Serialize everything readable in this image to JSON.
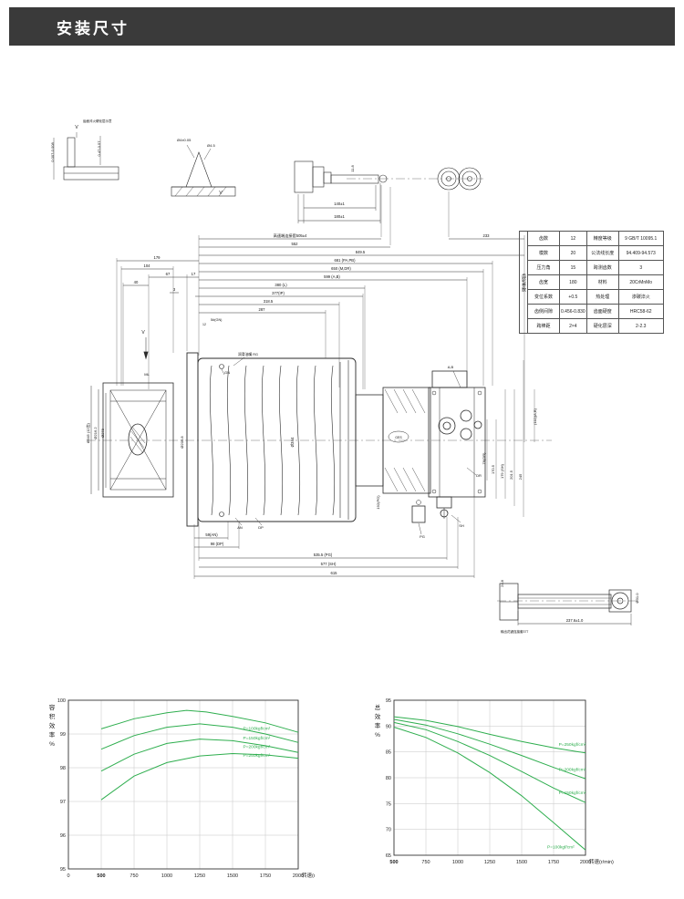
{
  "header": {
    "title": "安装尺寸"
  },
  "drawing": {
    "dims": [
      "0.007-0.008",
      "0.47-0.57",
      "V",
      "齿面淬火硬化层示意",
      "Ø4±0.05",
      "Ø4.5",
      "V",
      "11.8",
      "140±1",
      "180±1",
      "高速端连接套505±4",
      "552",
      "849.5",
      "233",
      "681 (PA,PB)",
      "650 (M,DR)",
      "599 (A,B)",
      "380 (L)",
      "377(IP)",
      "318.5",
      "287",
      "179",
      "104",
      "67",
      "17",
      "40",
      "3",
      "5#(GN)",
      "GN",
      "润滑油嘴 RG",
      "Ø345 (12齿)",
      "Ø216.2",
      "Ø278",
      "Ø200.8",
      "Ø344",
      "V",
      "ML",
      "59(AN)",
      "98 (DP)",
      "535.5 (PG)",
      "577 (SH)",
      "615",
      "AN",
      "DP",
      "PG",
      "SH",
      "DR",
      "A,B",
      "GES",
      "76(DR)",
      "170.5",
      "179 (SH)",
      "201.5",
      "245",
      "192(PG)",
      "(111)(A,B)",
      "24.8",
      "Ø31.0",
      "237.6±1.0",
      "输出花键连接套377",
      "12"
    ],
    "table": {
      "side_label": "齿轮参数",
      "rows": [
        [
          "齿数",
          "12",
          "精度等级",
          "9 GB/T 10095.1"
        ],
        [
          "模数",
          "20",
          "公法线长度",
          "94.409-94.573"
        ],
        [
          "压力角",
          "15",
          "跨测齿数",
          "3"
        ],
        [
          "齿宽",
          "180",
          "材料",
          "20CrMnMo"
        ],
        [
          "变位系数",
          "+0.5",
          "热处理",
          "渗碳淬火"
        ],
        [
          "齿侧间隙",
          "0.456-0.830",
          "齿面硬度",
          "HRC58-62"
        ],
        [
          "跨棒距",
          "2×4",
          "硬化层深",
          "2-2.3"
        ]
      ]
    }
  },
  "chart_data": [
    {
      "type": "line",
      "title": "",
      "ylabel": "容积效率%",
      "xlabel": "转速(r/min)",
      "color": "#2eae4e",
      "grid": true,
      "x_ticks": [
        0,
        500,
        750,
        1000,
        1250,
        1500,
        1750,
        2000
      ],
      "y_ticks": [
        95,
        96,
        97,
        98,
        99,
        100
      ],
      "ylim": [
        95,
        100
      ],
      "series": [
        {
          "name": "P=100kgf/cm²",
          "label_at": [
            1580,
            99.12
          ],
          "points": [
            [
              500,
              99.15
            ],
            [
              750,
              99.45
            ],
            [
              1000,
              99.63
            ],
            [
              1150,
              99.7
            ],
            [
              1300,
              99.65
            ],
            [
              1500,
              99.52
            ],
            [
              1750,
              99.33
            ],
            [
              2000,
              99.05
            ]
          ]
        },
        {
          "name": "P=150kgf/cm²",
          "label_at": [
            1580,
            98.84
          ],
          "points": [
            [
              500,
              98.55
            ],
            [
              750,
              98.95
            ],
            [
              1000,
              99.2
            ],
            [
              1250,
              99.3
            ],
            [
              1500,
              99.2
            ],
            [
              1750,
              99.0
            ],
            [
              2000,
              98.75
            ]
          ]
        },
        {
          "name": "P=200kgf/cm²",
          "label_at": [
            1580,
            98.58
          ],
          "points": [
            [
              500,
              97.9
            ],
            [
              750,
              98.4
            ],
            [
              1000,
              98.72
            ],
            [
              1250,
              98.85
            ],
            [
              1500,
              98.8
            ],
            [
              1750,
              98.65
            ],
            [
              2000,
              98.45
            ]
          ]
        },
        {
          "name": "P=250kgf/cm²",
          "label_at": [
            1580,
            98.33
          ],
          "points": [
            [
              500,
              97.05
            ],
            [
              750,
              97.75
            ],
            [
              1000,
              98.15
            ],
            [
              1250,
              98.35
            ],
            [
              1500,
              98.42
            ],
            [
              1750,
              98.38
            ],
            [
              2000,
              98.28
            ]
          ]
        }
      ]
    },
    {
      "type": "line",
      "title": "",
      "ylabel": "总效率%",
      "xlabel": "转速(r/min)",
      "color": "#2eae4e",
      "grid": true,
      "x_ticks": [
        500,
        750,
        1000,
        1250,
        1500,
        1750,
        2000
      ],
      "y_ticks": [
        65,
        70,
        75,
        80,
        85,
        90,
        95
      ],
      "ylim": [
        65,
        95
      ],
      "series": [
        {
          "name": "P=250kgf/cm²",
          "label_at": [
            1790,
            86.2
          ],
          "points": [
            [
              500,
              91.8
            ],
            [
              750,
              91.1
            ],
            [
              1000,
              89.9
            ],
            [
              1250,
              88.4
            ],
            [
              1500,
              87.0
            ],
            [
              1750,
              85.8
            ],
            [
              2000,
              84.8
            ]
          ]
        },
        {
          "name": "P=200kgf/cm²",
          "label_at": [
            1790,
            81.3
          ],
          "points": [
            [
              500,
              91.3
            ],
            [
              750,
              90.2
            ],
            [
              1000,
              88.5
            ],
            [
              1250,
              86.5
            ],
            [
              1500,
              84.3
            ],
            [
              1750,
              82.0
            ],
            [
              2000,
              79.8
            ]
          ]
        },
        {
          "name": "P=150kgf/cm²",
          "label_at": [
            1790,
            76.8
          ],
          "points": [
            [
              500,
              90.7
            ],
            [
              750,
              89.3
            ],
            [
              1000,
              87.0
            ],
            [
              1250,
              84.3
            ],
            [
              1500,
              81.2
            ],
            [
              1750,
              78.0
            ],
            [
              2000,
              75.2
            ]
          ]
        },
        {
          "name": "P=100kgf/cm²",
          "label_at": [
            1700,
            66.3
          ],
          "points": [
            [
              500,
              89.8
            ],
            [
              750,
              87.8
            ],
            [
              1000,
              84.8
            ],
            [
              1250,
              81.0
            ],
            [
              1500,
              76.5
            ],
            [
              1750,
              71.3
            ],
            [
              2000,
              66.0
            ]
          ]
        }
      ]
    }
  ]
}
